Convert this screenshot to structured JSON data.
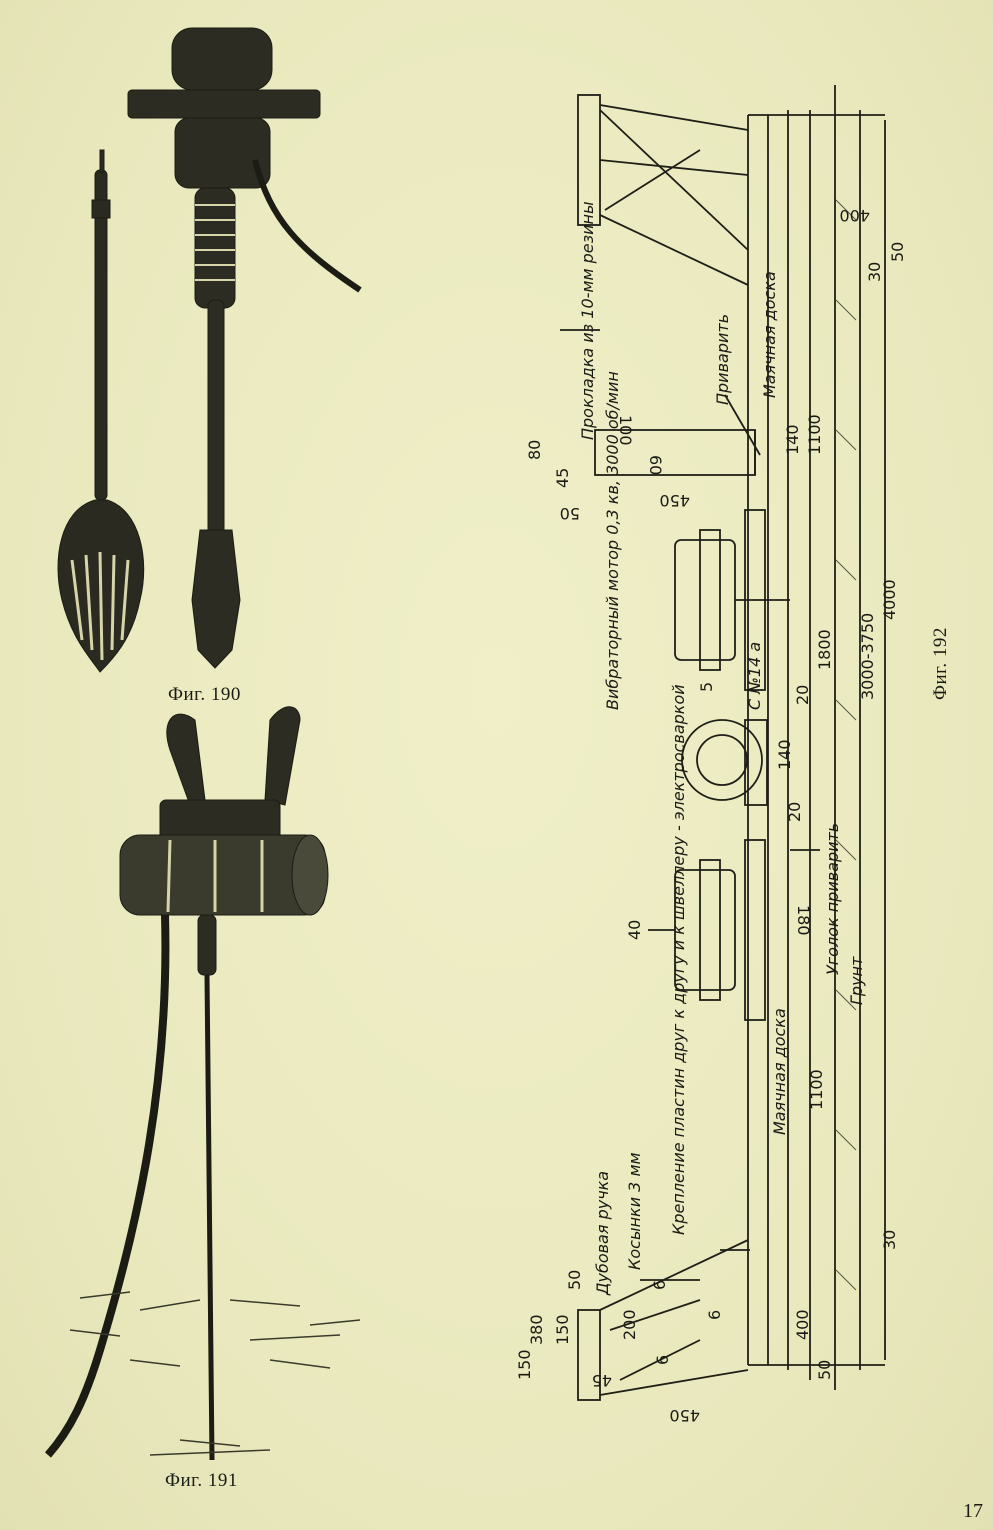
{
  "figures": [
    {
      "caption": "Фиг. 190"
    },
    {
      "caption": "Фиг. 191"
    },
    {
      "caption": "Фиг. 192"
    }
  ],
  "page_number": "17",
  "fig192": {
    "labels": {
      "rubber_pad": "Прокладка из 10-мм резины",
      "weld": "Приварить",
      "beacon_board_top": "Маячная доска",
      "motor": "Вибраторный мотор 0,3 кв, 3000 об/мин",
      "channel": "С №14 а",
      "angle_weld": "Уголок приварить",
      "soil": "Грунт",
      "beacon_board_bottom": "Маячная доска",
      "plates_fix": "Крепление пластин друг к другу и к швеллеру - электросваркой",
      "socks": "Косынки 3 мм",
      "oak_handle": "Дубовая ручка"
    },
    "dims": {
      "d400a": "400",
      "d50a": "50",
      "d30a": "30",
      "d80": "80",
      "d100": "100",
      "d45a": "45",
      "d60": "60",
      "d50b": "50",
      "d450a": "450",
      "d140a": "140",
      "d1100a": "1100",
      "d4000": "4000",
      "d3750": "3000-3750",
      "d1800": "1800",
      "d5": "5",
      "d20a": "20",
      "d140b": "140",
      "d20b": "20",
      "d40": "40",
      "d180": "180",
      "d1100b": "1100",
      "d30b": "30",
      "d400b": "400",
      "d50c": "50",
      "d380": "380",
      "d150a": "150",
      "d150b": "150",
      "d50d": "50",
      "d200": "200",
      "d6a": "6",
      "d6b": "6",
      "d6c": "6",
      "d45b": "45",
      "d450b": "450"
    }
  }
}
